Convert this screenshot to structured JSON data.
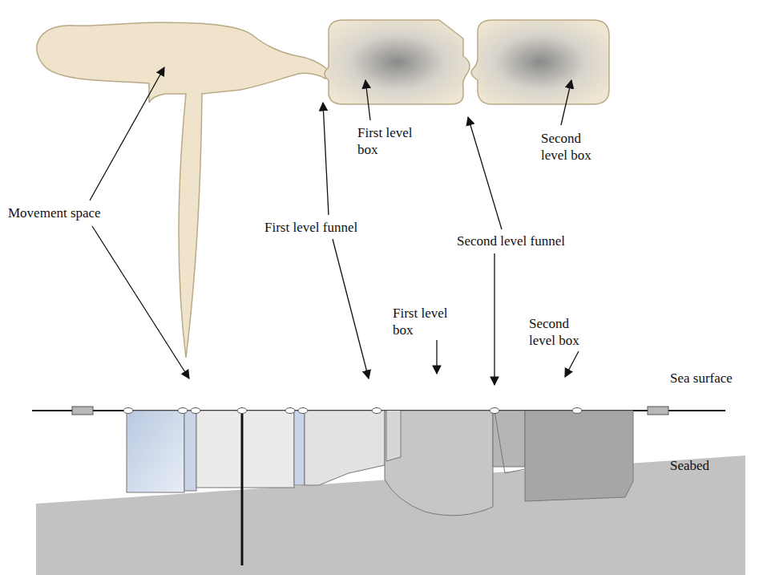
{
  "diagram": {
    "labels": [
      "First level box",
      "Second level box",
      "Movement space",
      "First level funnel",
      "Second level funnel",
      "First level box",
      "Second level box",
      "Sea surface",
      "Seabed"
    ]
  }
}
